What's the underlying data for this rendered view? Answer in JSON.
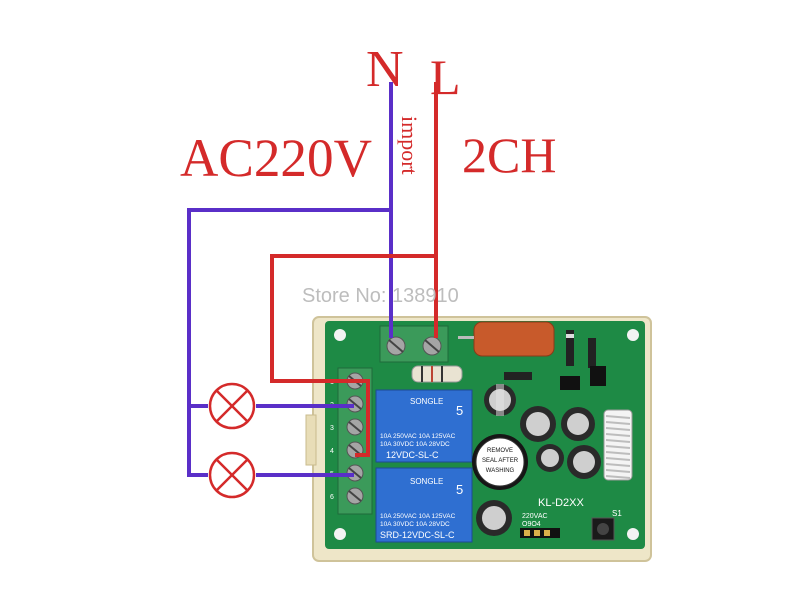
{
  "labels": {
    "neutral": "N",
    "live": "L",
    "voltage": "AC220V",
    "channels": "2CH",
    "input": "import"
  },
  "watermark": "Store No: 138910",
  "board": {
    "relay_brand": "SONGLE",
    "relay_rating_1": "10A 250VAC  10A 125VAC",
    "relay_rating_2": "10A 30VDC   10A 28VDC",
    "relay_top_model": "12VDC-SL-C",
    "relay_bottom_model": "SRD-12VDC-SL-C",
    "relay_number": "5",
    "board_model": "KL-D2XX",
    "buzzer_text_1": "REMOVE",
    "buzzer_text_2": "SEAL AFTER",
    "buzzer_text_3": "WASHING",
    "jumper_label_1": "220VAC",
    "jumper_label_2": "O9O4",
    "switch_label": "S1",
    "terminal_numbers": [
      "1",
      "2",
      "3",
      "4",
      "5",
      "6"
    ]
  },
  "colors": {
    "neutral_wire": "#5a2fc8",
    "live_wire": "#d42a2a",
    "label_red": "#d42a2a",
    "pcb_green": "#1e8a45",
    "relay_blue": "#2f6fd1",
    "terminal_green": "#3b9a5a"
  }
}
